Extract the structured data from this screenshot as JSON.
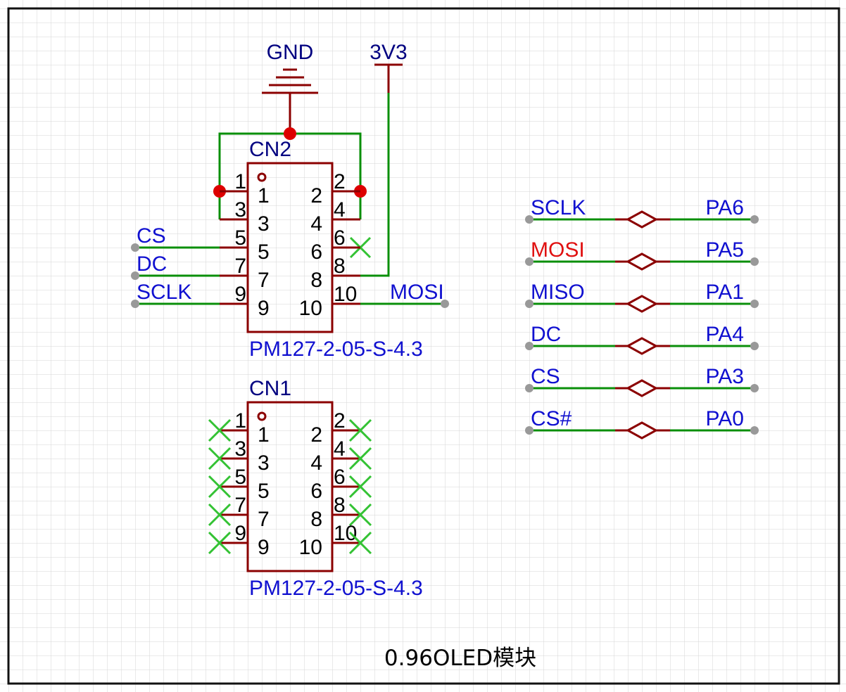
{
  "colors": {
    "grid": "#d6d6d6",
    "frame": "#111111",
    "wire": "#0a8f0a",
    "part": "#8b0000",
    "net_label": "#1010d0",
    "power_label": "#000080",
    "highlight_label": "#e01010",
    "noconnect": "#33c233",
    "junction": "#dd0000",
    "port_end": "#999999",
    "title_text": "#000000"
  },
  "power": {
    "gnd": "GND",
    "vcc": "3V3"
  },
  "cn2": {
    "ref": "CN2",
    "value": "PM127-2-05-S-4.3",
    "pins_left": [
      "1",
      "3",
      "5",
      "7",
      "9"
    ],
    "pins_right": [
      "2",
      "4",
      "6",
      "8",
      "10"
    ],
    "nets": {
      "cs": "CS",
      "dc": "DC",
      "sclk": "SCLK",
      "mosi": "MOSI"
    }
  },
  "cn1": {
    "ref": "CN1",
    "value": "PM127-2-05-S-4.3",
    "pins_left": [
      "1",
      "3",
      "5",
      "7",
      "9"
    ],
    "pins_right": [
      "2",
      "4",
      "6",
      "8",
      "10"
    ]
  },
  "net_map": [
    {
      "left": "SCLK",
      "right": "PA6",
      "left_highlight": false
    },
    {
      "left": "MOSI",
      "right": "PA5",
      "left_highlight": true
    },
    {
      "left": "MISO",
      "right": "PA1",
      "left_highlight": false
    },
    {
      "left": "DC",
      "right": "PA4",
      "left_highlight": false
    },
    {
      "left": "CS",
      "right": "PA3",
      "left_highlight": false
    },
    {
      "left": "CS#",
      "right": "PA0",
      "left_highlight": false
    }
  ],
  "title": "0.96OLED模块"
}
